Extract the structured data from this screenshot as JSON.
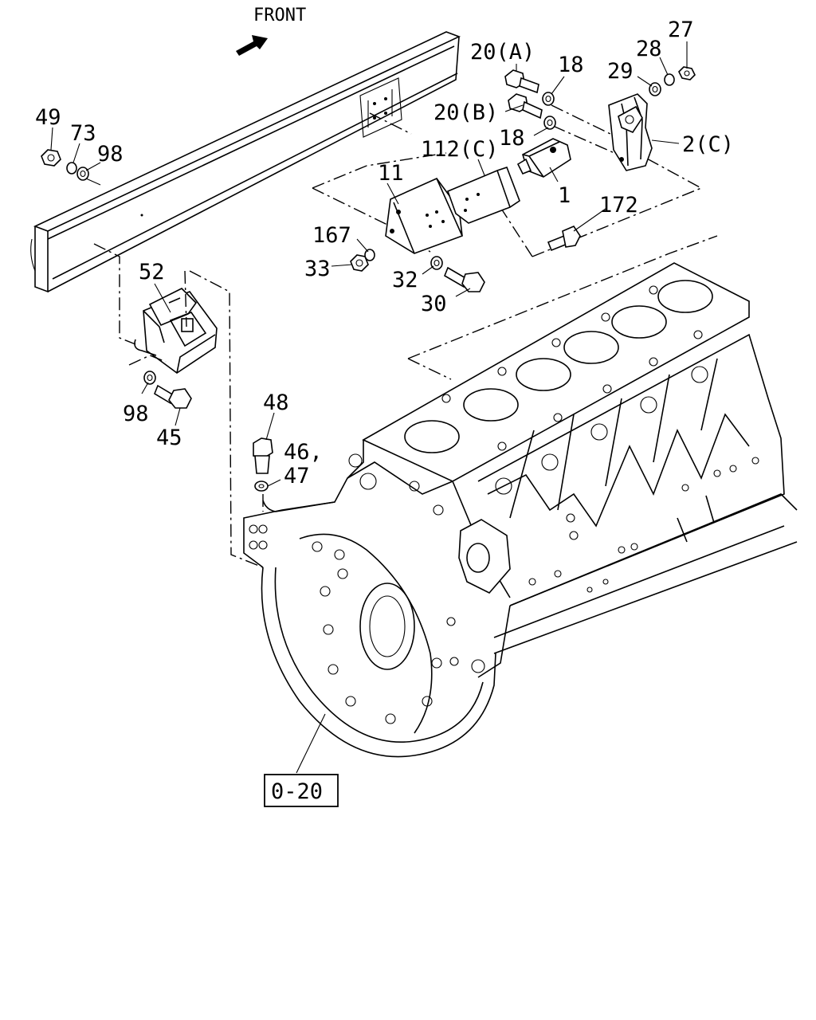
{
  "front_label": "FRONT",
  "callouts": {
    "c49": "49",
    "c73": "73",
    "c98a": "98",
    "c20a": "20(A)",
    "c18a": "18",
    "c20b": "20(B)",
    "c18b": "18",
    "c28": "28",
    "c27": "27",
    "c29": "29",
    "c2c": "2(C)",
    "c112c": "112(C)",
    "c11": "11",
    "c1": "1",
    "c172": "172",
    "c167": "167",
    "c33": "33",
    "c32": "32",
    "c30": "30",
    "c52": "52",
    "c98b": "98",
    "c45": "45",
    "c48": "48",
    "c46": "46,",
    "c47": "47"
  },
  "reference_box": "0-20",
  "colors": {
    "ink": "#000000",
    "paper": "#ffffff"
  }
}
